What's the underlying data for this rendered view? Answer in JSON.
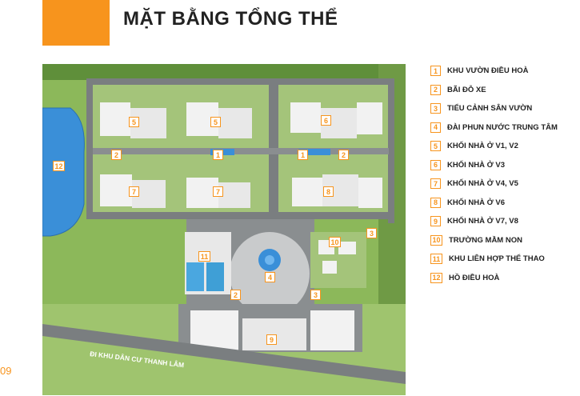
{
  "header": {
    "title": "MẶT BẰNG TỔNG THỂ",
    "page_number": "09"
  },
  "map": {
    "road_label": "ĐI KHU DÂN CƯ THANH LÂM",
    "markers": [
      "5",
      "5",
      "6",
      "1",
      "2",
      "1",
      "2",
      "12",
      "7",
      "7",
      "8",
      "3",
      "10",
      "11",
      "4",
      "2",
      "3",
      "9"
    ]
  },
  "legend": [
    {
      "num": "1",
      "label": "KHU VƯỜN ĐIỀU HOÀ"
    },
    {
      "num": "2",
      "label": "BÃI ĐỖ XE"
    },
    {
      "num": "3",
      "label": "TIỂU CẢNH SÂN VƯỜN"
    },
    {
      "num": "4",
      "label": "ĐÀI PHUN NƯỚC TRUNG TÂM"
    },
    {
      "num": "5",
      "label": "KHỐI NHÀ Ở V1, V2"
    },
    {
      "num": "6",
      "label": "KHỐI NHÀ Ở V3"
    },
    {
      "num": "7",
      "label": "KHỐI NHÀ Ở V4, V5"
    },
    {
      "num": "8",
      "label": "KHỐI NHÀ Ở V6"
    },
    {
      "num": "9",
      "label": "KHỐI NHÀ Ở V7, V8"
    },
    {
      "num": "10",
      "label": "TRƯỜNG MẦM NON"
    },
    {
      "num": "11",
      "label": "KHU LIÊN HỢP THỂ THAO"
    },
    {
      "num": "12",
      "label": "HỒ ĐIỀU HOÀ"
    }
  ],
  "colors": {
    "accent": "#f7941d",
    "grass": "#7fae4e",
    "water": "#3a8fd8",
    "road": "#7a7e80",
    "building": "#f2f2f2"
  }
}
